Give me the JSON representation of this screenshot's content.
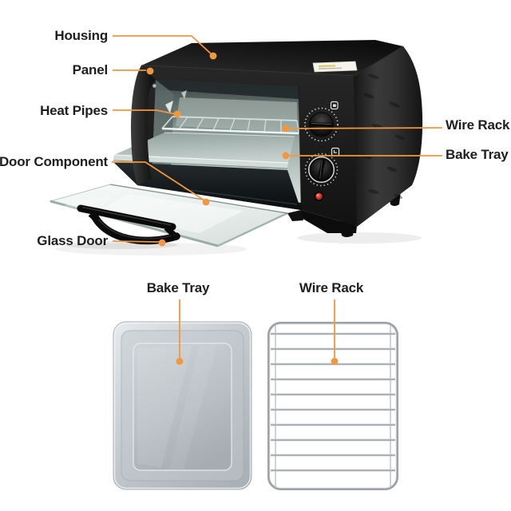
{
  "diagram": {
    "background": "#FFFFFF",
    "accent_color": "#F2973D",
    "text_color": "#1E1E1E",
    "callouts": {
      "housing": "Housing",
      "panel": "Panel",
      "heat_pipes": "Heat Pipes",
      "door_component": "Door Component",
      "glass_door": "Glass Door",
      "wire_rack": "Wire Rack",
      "bake_tray": "Bake Tray"
    },
    "accessories": {
      "bake_tray": "Bake Tray",
      "wire_rack": "Wire Rack"
    }
  }
}
